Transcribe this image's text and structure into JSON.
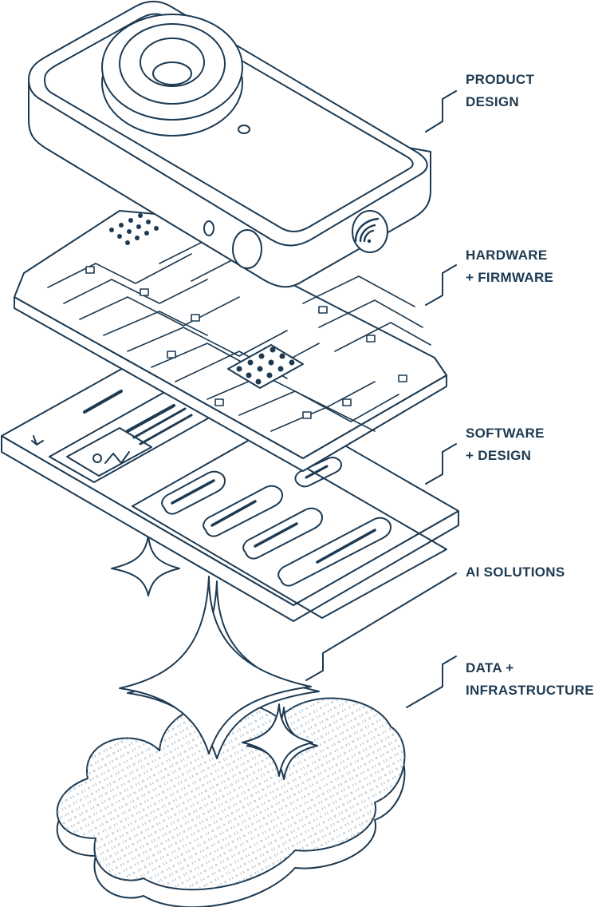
{
  "colors": {
    "ink": "#1d3a52",
    "paper": "#ffffff",
    "dots": "#9fb1c1"
  },
  "layers": [
    {
      "id": "product",
      "lines": [
        "PRODUCT",
        "DESIGN"
      ]
    },
    {
      "id": "hardware",
      "lines": [
        "HARDWARE",
        "+ FIRMWARE"
      ]
    },
    {
      "id": "software",
      "lines": [
        "SOFTWARE",
        "+ DESIGN"
      ]
    },
    {
      "id": "ai",
      "lines": [
        "AI SOLUTIONS"
      ]
    },
    {
      "id": "data",
      "lines": [
        "DATA +",
        "INFRASTRUCTURE"
      ]
    }
  ],
  "illustrations": {
    "camera": "camera-icon",
    "circuit_board": "circuit-board-icon",
    "app_screen": "app-screen-icon",
    "sparkles": "sparkle-icon",
    "cloud": "cloud-icon",
    "wifi": "wifi-icon"
  }
}
